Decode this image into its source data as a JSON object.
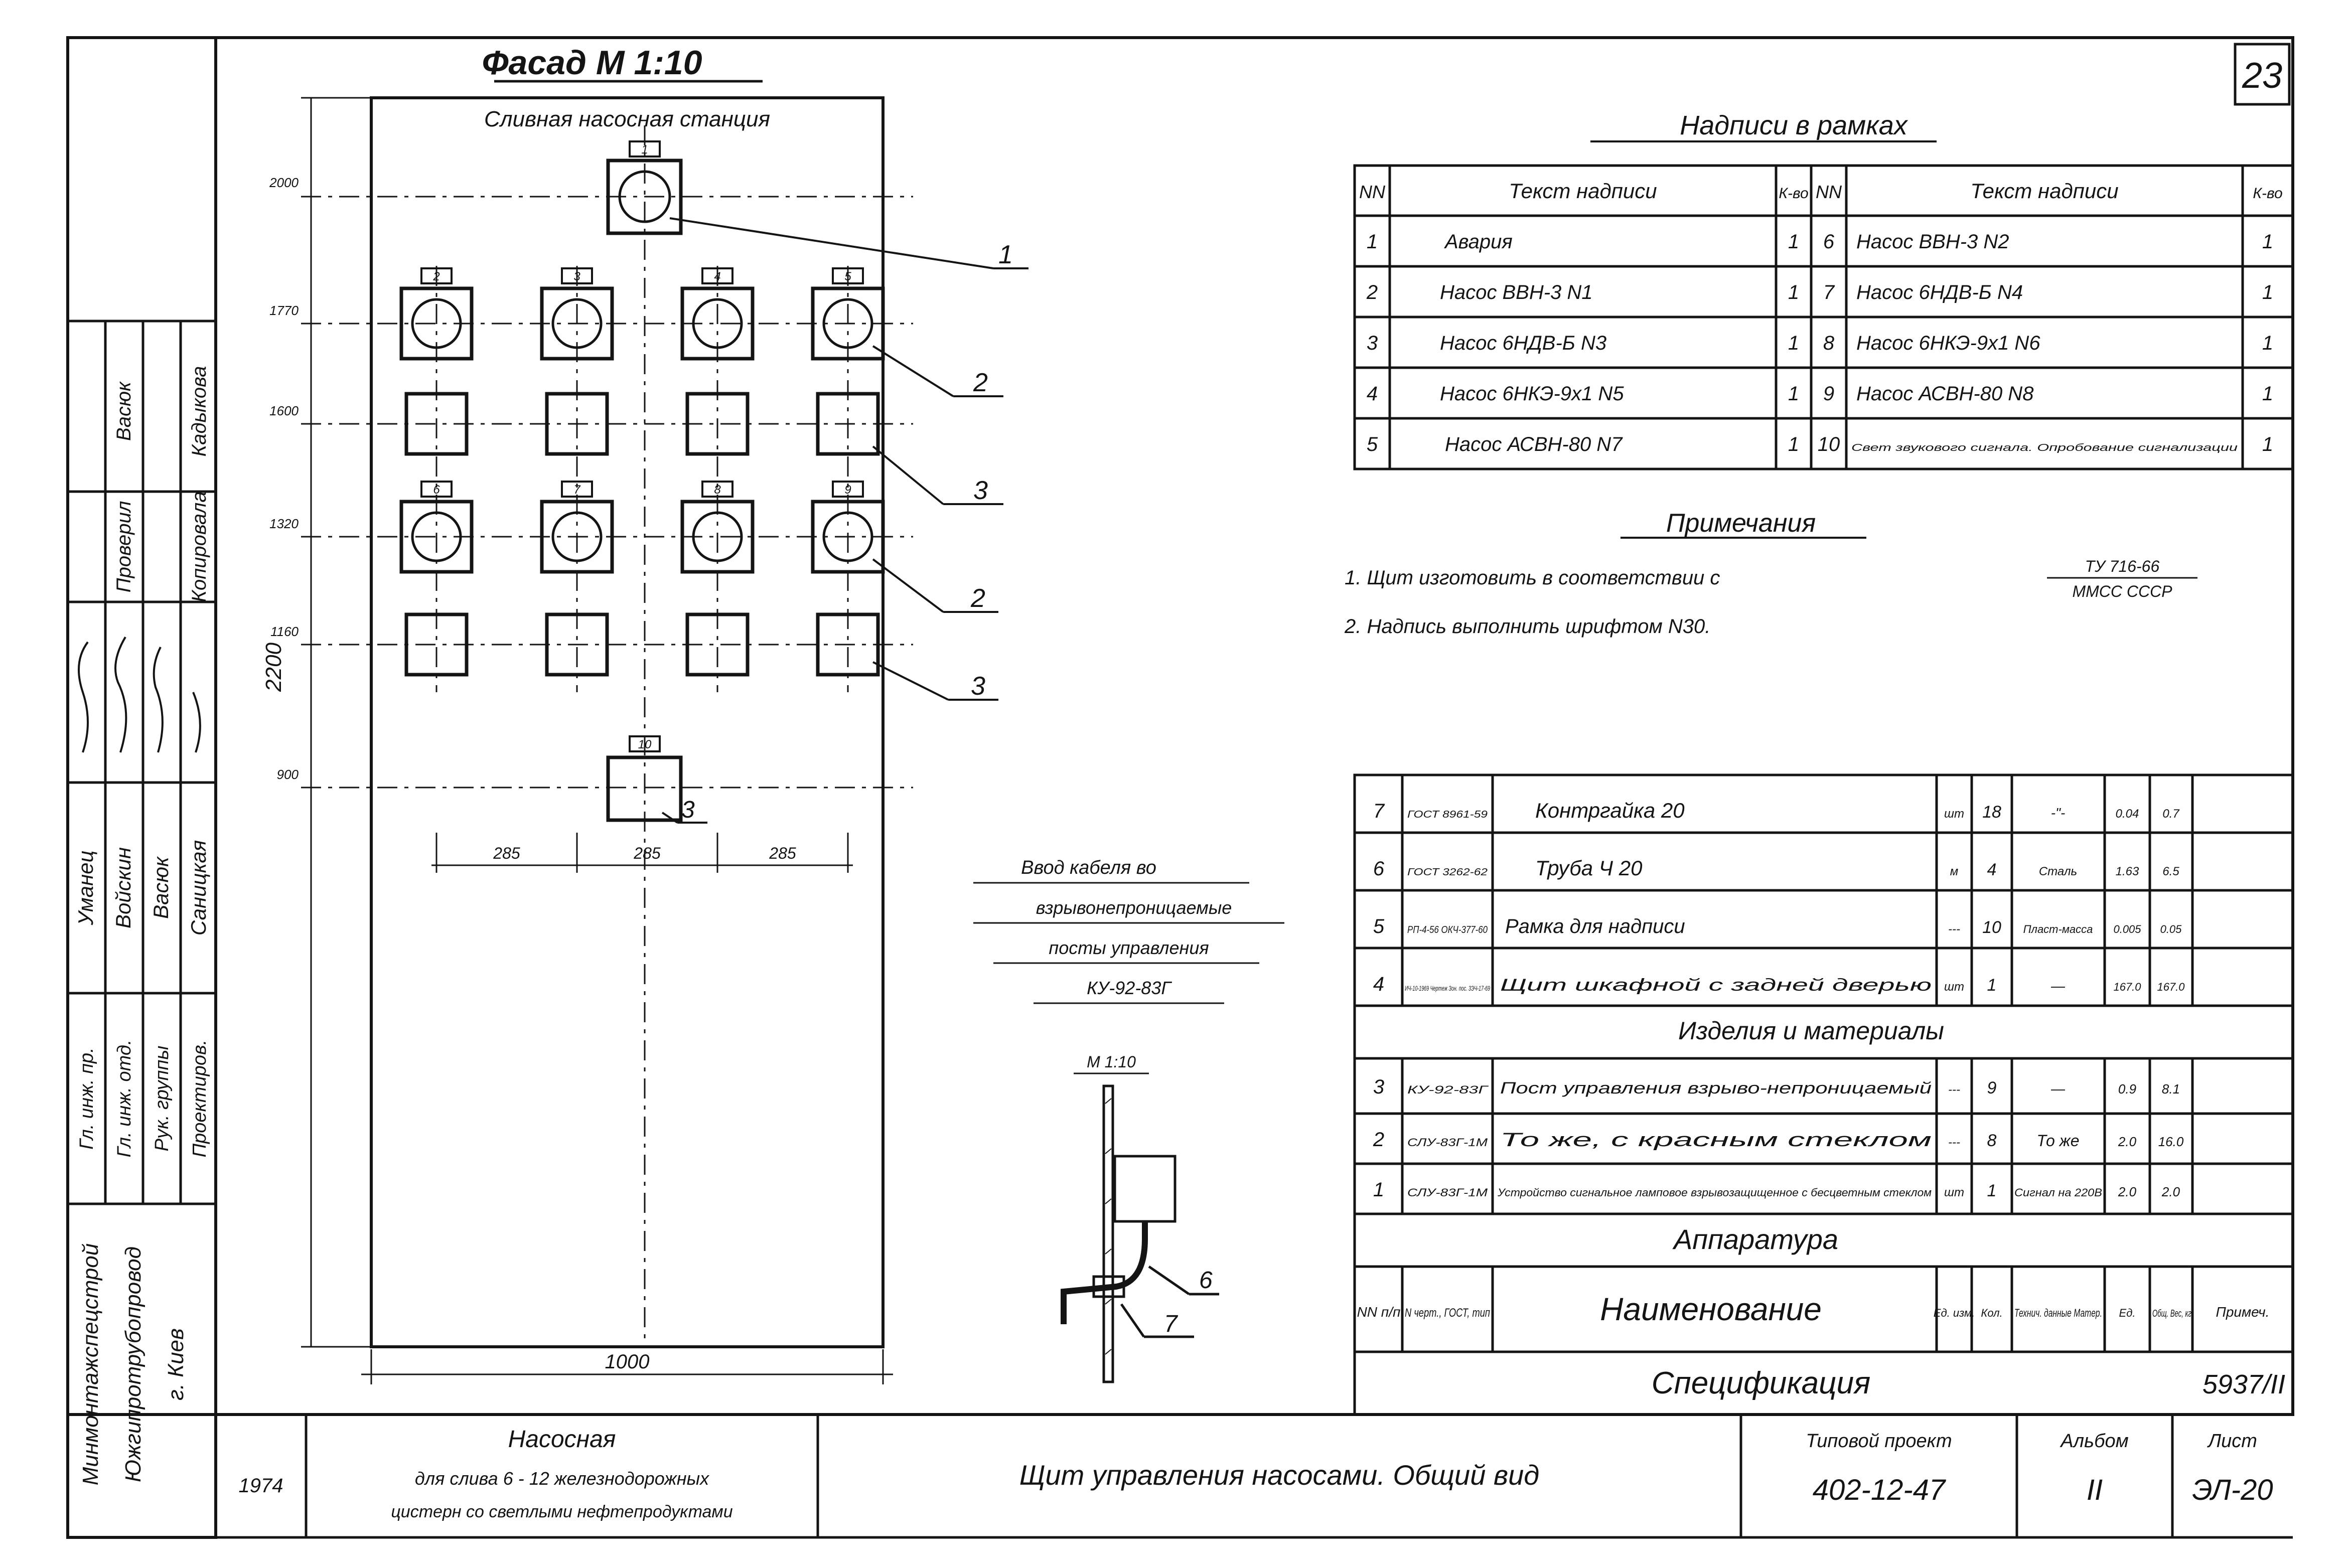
{
  "sheet_number": "23",
  "facade": {
    "title": "Фасад М 1:10",
    "panel_title": "Сливная насосная станция",
    "level_marks": [
      "2000",
      "1770",
      "1600",
      "1320",
      "1160",
      "900"
    ],
    "height_dim": "2200",
    "width_dim": "1000",
    "spacing_dims": [
      "285",
      "285",
      "285"
    ],
    "tags": [
      "1",
      "2",
      "3",
      "4",
      "5",
      "6",
      "7",
      "8",
      "9",
      "10"
    ],
    "callouts": [
      "1",
      "2",
      "3",
      "2",
      "3",
      "3"
    ]
  },
  "cable_entry": {
    "lines": [
      "Ввод кабеля во",
      "взрывонепроницаемые",
      "посты управления",
      "КУ-92-83Г"
    ],
    "scale": "М 1:10",
    "callouts": [
      "6",
      "7"
    ]
  },
  "labels_table": {
    "title": "Надписи в рамках",
    "headers": [
      "NN",
      "Текст надписи",
      "К-во",
      "NN",
      "Текст надписи",
      "К-во"
    ],
    "rows": [
      [
        "1",
        "Авария",
        "1",
        "6",
        "Насос ВВН-3 N2",
        "1"
      ],
      [
        "2",
        "Насос ВВН-3 N1",
        "1",
        "7",
        "Насос 6НДВ-Б N4",
        "1"
      ],
      [
        "3",
        "Насос 6НДВ-Б N3",
        "1",
        "8",
        "Насос 6НКЭ-9х1 N6",
        "1"
      ],
      [
        "4",
        "Насос 6НКЭ-9х1 N5",
        "1",
        "9",
        "Насос АСВН-80 N8",
        "1"
      ],
      [
        "5",
        "Насос АСВН-80 N7",
        "1",
        "10",
        "Свет звукового сигнала. Опробование сигнализации",
        "1"
      ]
    ]
  },
  "notes": {
    "title": "Примечания",
    "n1_text": "1. Щит изготовить в соответствии с",
    "n1_num": "ТУ 716-66",
    "n1_den": "ММСС СССР",
    "n2": "2. Надпись выполнить шрифтом N30."
  },
  "spec": {
    "materials": [
      {
        "n": "7",
        "doc": "ГОСТ 8961-59",
        "name": "Контргайка 20",
        "unit": "шт",
        "qty": "18",
        "tech": "-\"-",
        "w1": "0.04",
        "w2": "0.7"
      },
      {
        "n": "6",
        "doc": "ГОСТ 3262-62",
        "name": "Труба Ч 20",
        "unit": "м",
        "qty": "4",
        "tech": "Сталь",
        "w1": "1.63",
        "w2": "6.5"
      },
      {
        "n": "5",
        "doc": "РП-4-56 ОКЧ-377-60",
        "name": "Рамка для надписи",
        "unit": "---",
        "qty": "10",
        "tech": "Пласт-масса",
        "w1": "0.005",
        "w2": "0.05"
      },
      {
        "n": "4",
        "doc": "ИЧ-10-1969 Чертеж Зон. пос. 3ЭЧ-17-69",
        "name": "Щит шкафной с задней дверью",
        "unit": "шт",
        "qty": "1",
        "tech": "—",
        "w1": "167.0",
        "w2": "167.0"
      }
    ],
    "materials_heading": "Изделия и материалы",
    "apparatus": [
      {
        "n": "3",
        "doc": "КУ-92-83Г",
        "name": "Пост управления взрыво-непроницаемый",
        "unit": "---",
        "qty": "9",
        "tech": "—",
        "w1": "0.9",
        "w2": "8.1"
      },
      {
        "n": "2",
        "doc": "СЛУ-83Г-1М",
        "name": "То же, с красным стеклом",
        "unit": "---",
        "qty": "8",
        "tech": "То же",
        "w1": "2.0",
        "w2": "16.0"
      },
      {
        "n": "1",
        "doc": "СЛУ-83Г-1М",
        "name": "Устройство сигнальное ламповое взрывозащищенное с бесцветным стеклом",
        "unit": "шт",
        "qty": "1",
        "tech": "Сигнал на 220В",
        "w1": "2.0",
        "w2": "2.0"
      }
    ],
    "apparatus_heading": "Аппаратура",
    "header": {
      "col_n": "NN п/п",
      "col_doc": "N черт., ГОСТ, тип",
      "col_name": "Наименование",
      "col_unit": "Ед. изм.",
      "col_qty": "Кол.",
      "col_tech": "Технич. данные Матер.",
      "col_w1": "Ед.",
      "col_w2": "Общ. Вес, кг",
      "col_note": "Примеч."
    },
    "footer_title": "Спецификация",
    "footer_code": "5937/II"
  },
  "title_block": {
    "year": "1974",
    "obj_line1": "Насосная",
    "obj_line2": "для слива 6 - 12 железнодорожных",
    "obj_line3": "цистерн со светлыми нефтепродуктами",
    "drawing_name": "Щит управления насосами. Общий вид",
    "project_label": "Типовой проект",
    "project_value": "402-12-47",
    "album_label": "Альбом",
    "album_value": "II",
    "sheet_label": "Лист",
    "sheet_value": "ЭЛ-20"
  },
  "side_stamp": {
    "org": [
      "Минмонтажспецстрой",
      "Южгипротрубопровод",
      "г. Киев"
    ],
    "roles": [
      "Гл. инж. пр.",
      "Гл. инж. отд.",
      "Рук. группы",
      "Проектиров."
    ],
    "names": [
      "Уманец",
      "Войскин",
      "Васюк",
      "Саницкая"
    ],
    "roles2": [
      "Проверил",
      "Копировала"
    ],
    "names2": [
      "Васюк",
      "Кадыкова"
    ]
  }
}
